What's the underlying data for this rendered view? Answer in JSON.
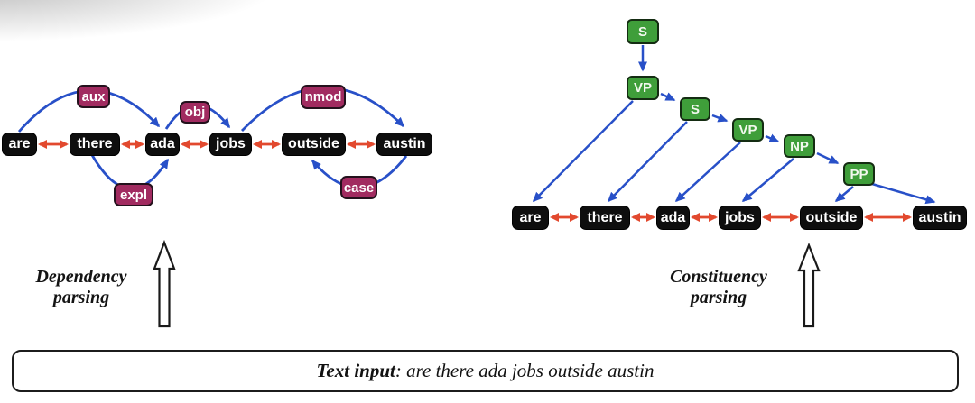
{
  "dependency": {
    "caption": {
      "line1": "Dependency",
      "line2": "parsing"
    },
    "words": [
      "are",
      "there",
      "ada",
      "jobs",
      "outside",
      "austin"
    ],
    "relations": [
      {
        "label": "aux",
        "from": "are",
        "to": "ada",
        "side": "above"
      },
      {
        "label": "obj",
        "from": "ada",
        "to": "jobs",
        "side": "above"
      },
      {
        "label": "nmod",
        "from": "jobs",
        "to": "austin",
        "side": "above"
      },
      {
        "label": "expl",
        "from": "there",
        "to": "ada",
        "side": "below"
      },
      {
        "label": "case",
        "from": "austin",
        "to": "outside",
        "side": "below"
      }
    ]
  },
  "constituency": {
    "caption": {
      "line1": "Constituency",
      "line2": "parsing"
    },
    "nodes": [
      "S",
      "VP",
      "S",
      "VP",
      "NP",
      "PP"
    ],
    "words": [
      "are",
      "there",
      "ada",
      "jobs",
      "outside",
      "austin"
    ],
    "edges": [
      [
        "S",
        "VP"
      ],
      [
        "VP",
        "are"
      ],
      [
        "VP",
        "S2"
      ],
      [
        "S2",
        "there"
      ],
      [
        "S2",
        "VP2"
      ],
      [
        "VP2",
        "ada"
      ],
      [
        "VP2",
        "NP"
      ],
      [
        "NP",
        "jobs"
      ],
      [
        "NP",
        "PP"
      ],
      [
        "PP",
        "outside"
      ],
      [
        "PP",
        "austin"
      ]
    ]
  },
  "text_input": {
    "label": "Text input",
    "rest": ": are there ada jobs outside austin"
  },
  "colors": {
    "word_box": "#0e0e0e",
    "relation_box": "#a12b60",
    "constituent_node": "#3f9e3a",
    "arc_blue": "#2850c8",
    "adjacency_red": "#e2492e",
    "text_dark": "#141414"
  }
}
